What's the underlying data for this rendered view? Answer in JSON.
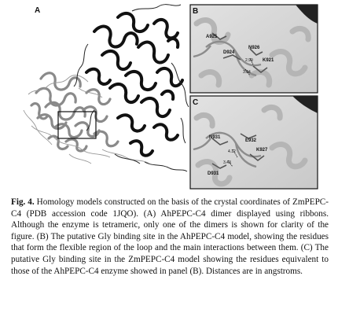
{
  "figure": {
    "panel_a": {
      "letter": "A"
    },
    "panel_b": {
      "letter": "B",
      "residues": [
        "A925",
        "D924",
        "N926",
        "K921"
      ],
      "distances": [
        "2.99",
        "3.34"
      ]
    },
    "panel_c": {
      "letter": "C",
      "residues": [
        "N931",
        "E932",
        "K927",
        "D931"
      ],
      "distances": [
        "4.12",
        "3.43"
      ]
    }
  },
  "caption": {
    "label": "Fig. 4.",
    "text": "Homology models constructed on the basis of the crystal coordinates of ZmPEPC-C4 (PDB accession code 1JQO). (A) AhPEPC-C4 dimer displayed using ribbons. Although the enzyme is tetrameric, only one of the dimers is shown for clarity of the figure. (B) The putative Gly binding site in the AhPEPC-C4 model, showing the residues that form the flexible region of the loop and the main interactions between them. (C) The putative Gly binding site in the ZmPEPC-C4 model showing the residues equivalent to those of the AhPEPC-C4 enzyme showed in panel (B). Distances are in angstroms."
  }
}
